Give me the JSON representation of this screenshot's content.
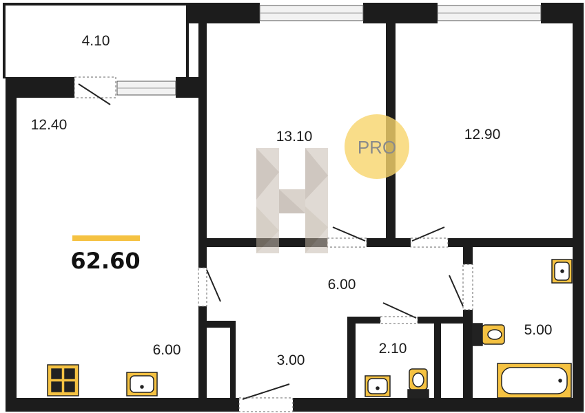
{
  "total_area": "62.60",
  "rooms": [
    {
      "id": "balcony",
      "area": "4.10"
    },
    {
      "id": "living-room",
      "area": "12.40"
    },
    {
      "id": "kitchen",
      "area": "6.00"
    },
    {
      "id": "bedroom-1",
      "area": "13.10"
    },
    {
      "id": "bedroom-2",
      "area": "12.90"
    },
    {
      "id": "hallway",
      "area": "6.00"
    },
    {
      "id": "entrance",
      "area": "3.00"
    },
    {
      "id": "toilet",
      "area": "2.10"
    },
    {
      "id": "bathroom",
      "area": "5.00"
    }
  ],
  "watermark": {
    "badge_text": "PRO"
  },
  "colors": {
    "wall": "#1c1c1c",
    "fixture_fill": "#f5c242",
    "accent_bar": "#f5c242",
    "pro_badge": "#f7d56b",
    "window": "#e9e9e9"
  }
}
